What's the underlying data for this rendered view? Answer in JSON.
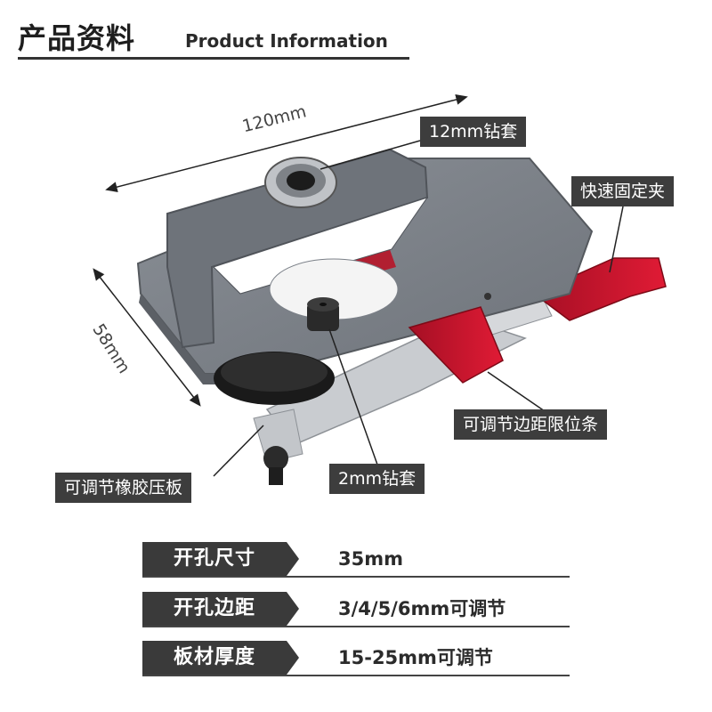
{
  "header": {
    "title_cn": "产品资料",
    "title_en": "Product Information"
  },
  "dimensions": {
    "width": "120mm",
    "depth": "58mm"
  },
  "callouts": {
    "drill_sleeve_12": "12mm钻套",
    "quick_clamp": "快速固定夹",
    "edge_stop": "可调节边距限位条",
    "drill_sleeve_2": "2mm钻套",
    "rubber_pad": "可调节橡胶压板"
  },
  "specs": [
    {
      "key": "开孔尺寸",
      "value": "35mm"
    },
    {
      "key": "开孔边距",
      "value": "3/4/5/6mm可调节"
    },
    {
      "key": "板材厚度",
      "value": "15-25mm可调节"
    }
  ],
  "colors": {
    "body_gray": "#7b8088",
    "clamp_red": "#c8102e",
    "label_bg": "#3d3d3d"
  }
}
